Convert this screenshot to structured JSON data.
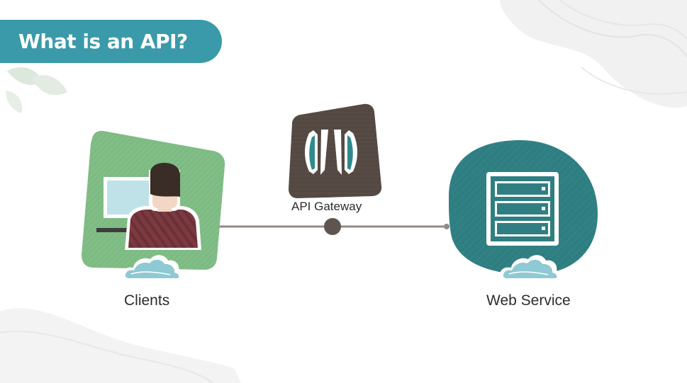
{
  "title": "What is an API?",
  "nodes": {
    "clients": {
      "label": "Clients"
    },
    "gateway": {
      "label": "API Gateway"
    },
    "web_service": {
      "label": "Web Service"
    }
  },
  "colors": {
    "banner": "#3a9aa9",
    "clients_card": "#7dbb83",
    "gateway_card": "#544842",
    "web_service_blob": "#2f7f82",
    "connector": "#938a85",
    "cloud": "#8fc9d3",
    "shirt": "#7a3a40",
    "hair": "#3a2c26"
  },
  "icons": {
    "clients": "person-at-computer-icon",
    "gateway": "api-gateway-icon",
    "web_service": "server-rack-icon",
    "cloud": "cloud-icon"
  }
}
